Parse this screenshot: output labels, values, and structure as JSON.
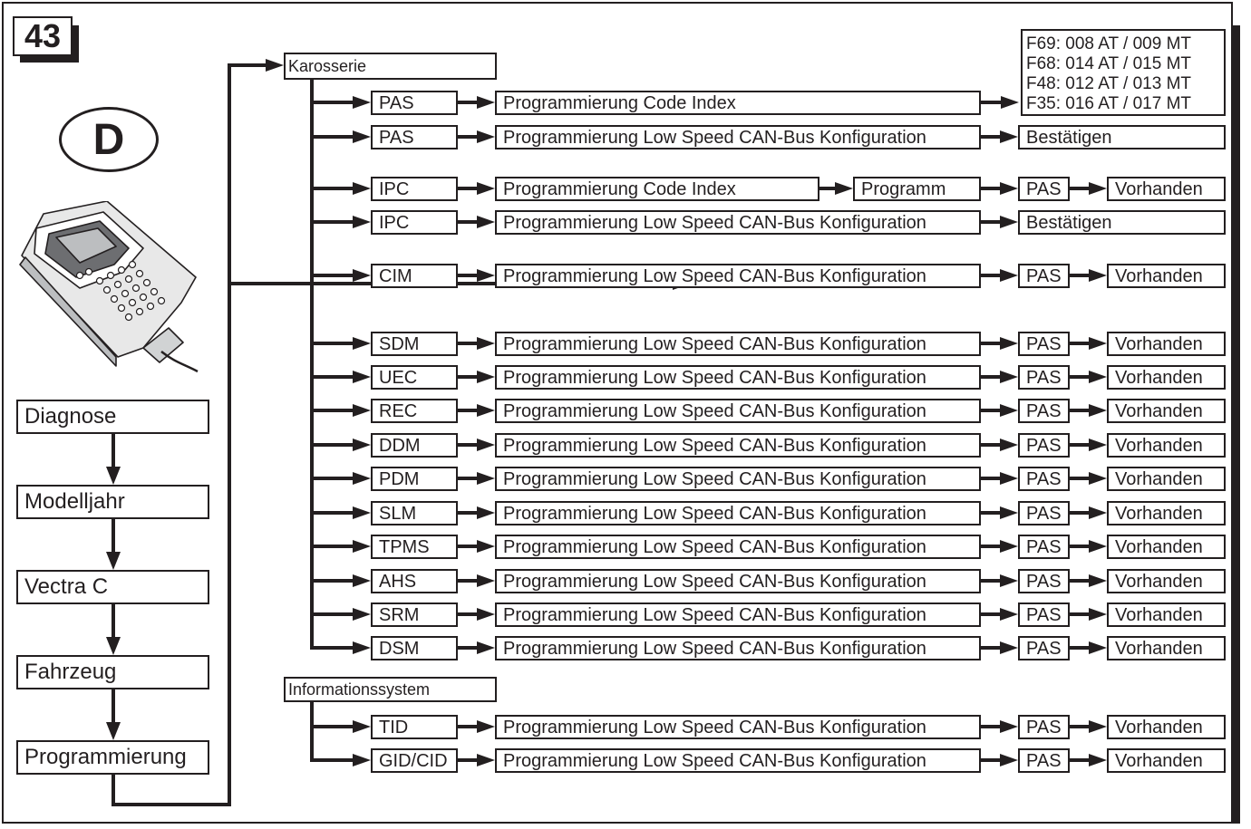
{
  "page_number": "43",
  "country_code": "D",
  "menu_path": [
    "Diagnose",
    "Modelljahr",
    "Vectra C",
    "Fahrzeug",
    "Programmierung"
  ],
  "branches": {
    "body": "Karosserie",
    "info": "Informationssystem"
  },
  "index_note": [
    "F69: 008 AT / 009 MT",
    "F68: 014 AT / 015 MT",
    "F48: 012 AT / 013 MT",
    "F35: 016 AT / 017 MT"
  ],
  "rows": [
    {
      "module": "PAS",
      "function": "Programmierung Code Index"
    },
    {
      "module": "PAS",
      "function": "Programmierung Low Speed CAN-Bus Konfiguration",
      "confirm": "Bestätigen"
    },
    {
      "module": "IPC",
      "function": "Programmierung Code Index",
      "sub": "Programm",
      "step": "PAS",
      "result": "Vorhanden"
    },
    {
      "module": "IPC",
      "function": "Programmierung Low Speed CAN-Bus Konfiguration",
      "confirm": "Bestätigen"
    },
    {
      "module": "CIM",
      "function": "Programmierung Low Speed CAN-Bus Konfiguration",
      "step": "PAS",
      "result": "Vorhanden"
    },
    {
      "module": "SDM",
      "function": "Programmierung Low Speed CAN-Bus Konfiguration",
      "step": "PAS",
      "result": "Vorhanden"
    },
    {
      "module": "UEC",
      "function": "Programmierung Low Speed CAN-Bus Konfiguration",
      "step": "PAS",
      "result": "Vorhanden"
    },
    {
      "module": "REC",
      "function": "Programmierung Low Speed CAN-Bus Konfiguration",
      "step": "PAS",
      "result": "Vorhanden"
    },
    {
      "module": "DDM",
      "function": "Programmierung Low Speed CAN-Bus Konfiguration",
      "step": "PAS",
      "result": "Vorhanden"
    },
    {
      "module": "PDM",
      "function": "Programmierung Low Speed CAN-Bus Konfiguration",
      "step": "PAS",
      "result": "Vorhanden"
    },
    {
      "module": "SLM",
      "function": "Programmierung Low Speed CAN-Bus Konfiguration",
      "step": "PAS",
      "result": "Vorhanden"
    },
    {
      "module": "TPMS",
      "function": "Programmierung Low Speed CAN-Bus Konfiguration",
      "step": "PAS",
      "result": "Vorhanden"
    },
    {
      "module": "AHS",
      "function": "Programmierung Low Speed CAN-Bus Konfiguration",
      "step": "PAS",
      "result": "Vorhanden"
    },
    {
      "module": "SRM",
      "function": "Programmierung Low Speed CAN-Bus Konfiguration",
      "step": "PAS",
      "result": "Vorhanden"
    },
    {
      "module": "DSM",
      "function": "Programmierung Low Speed CAN-Bus Konfiguration",
      "step": "PAS",
      "result": "Vorhanden"
    },
    {
      "module": "TID",
      "function": "Programmierung Low Speed CAN-Bus Konfiguration",
      "step": "PAS",
      "result": "Vorhanden"
    },
    {
      "module": "GID/CID",
      "function": "Programmierung Low Speed CAN-Bus Konfiguration",
      "step": "PAS",
      "result": "Vorhanden"
    }
  ],
  "colors": {
    "ink": "#231f20",
    "paper": "#ffffff"
  },
  "icons": [
    "tech2-scan-tool-icon",
    "arrow-right-icon",
    "arrow-down-icon"
  ]
}
